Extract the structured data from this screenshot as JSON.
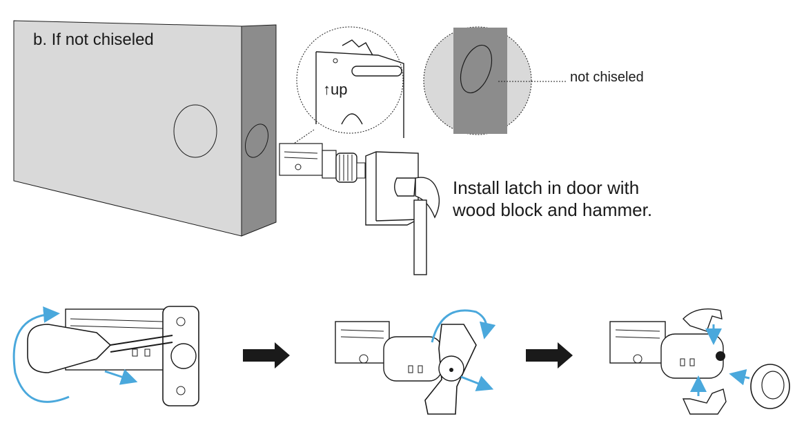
{
  "heading": "b. If not chiseled",
  "callout_label": "not chiseled",
  "detail_label": "↑up",
  "instruction": {
    "line1": "Install latch in door with",
    "line2": "wood block and hammer."
  },
  "colors": {
    "door_face": "#d9d9d9",
    "door_edge": "#8c8c8c",
    "arrow_accent": "#4aa8dc",
    "outline": "#1a1a1a"
  },
  "icons": [
    "door-block-icon",
    "latch-icon",
    "hammer-icon",
    "wood-block-icon",
    "screwdriver-icon",
    "process-arrow-icon",
    "rotate-arrow-icon"
  ]
}
